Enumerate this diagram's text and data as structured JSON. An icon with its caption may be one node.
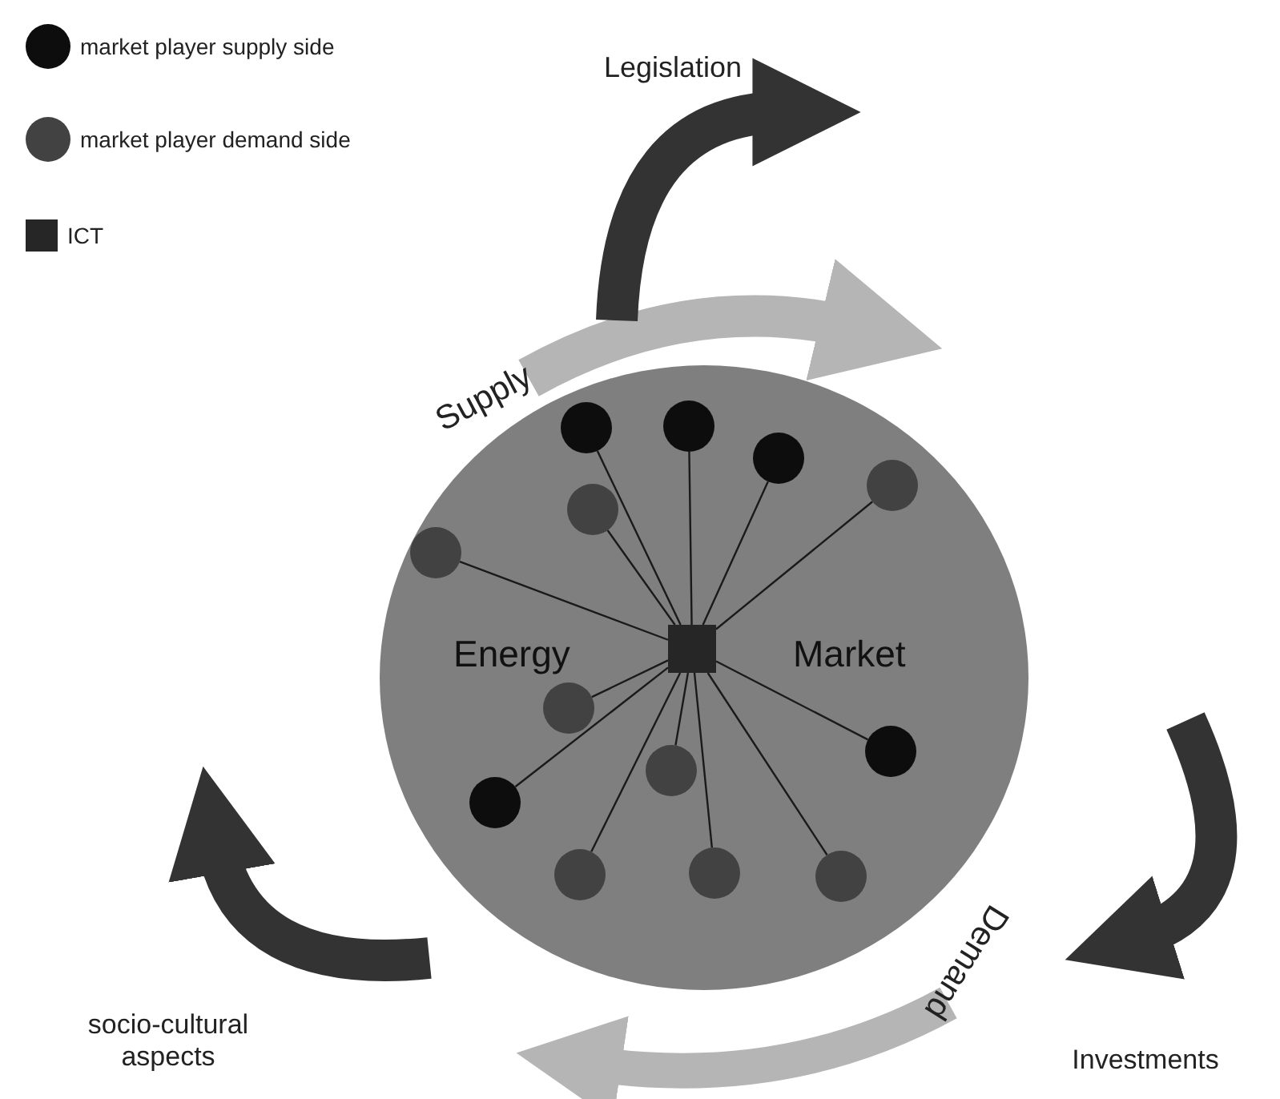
{
  "diagram": {
    "nodes": [
      {
        "text": [
          "Energy",
          "Market"
        ]
      },
      {
        "text": [],
        "shape": "box",
        "in": 0
      },
      {
        "text": [],
        "shape": "circle",
        "in": 0
      },
      {
        "text": [],
        "shape": "circle",
        "in": 0
      },
      {
        "text": [],
        "shape": "circle",
        "in": 0
      },
      {
        "text": [],
        "shape": "circle",
        "in": 0
      },
      {
        "text": [],
        "shape": "circle",
        "in": 0
      },
      {
        "text": [],
        "shape": "circle",
        "in": 0
      },
      {
        "text": [],
        "shape": "circle",
        "in": 0
      },
      {
        "text": [],
        "shape": "circle",
        "in": 0
      },
      {
        "text": [],
        "shape": "circle",
        "in": 0
      },
      {
        "text": [],
        "shape": "circle",
        "in": 0
      },
      {
        "text": [],
        "shape": "circle",
        "in": 0
      },
      {
        "text": [],
        "shape": "circle",
        "in": 0
      },
      {
        "text": [],
        "shape": "circle",
        "in": 0
      }
    ],
    "edges": [
      {
        "from": 1,
        "to": 2,
        "arrow": "none"
      },
      {
        "from": 1,
        "to": 3,
        "arrow": "none"
      },
      {
        "from": 1,
        "to": 4,
        "arrow": "none"
      },
      {
        "from": 1,
        "to": 5,
        "arrow": "none"
      },
      {
        "from": 1,
        "to": 6,
        "arrow": "none"
      },
      {
        "from": 1,
        "to": 7,
        "arrow": "none"
      },
      {
        "from": 1,
        "to": 8,
        "arrow": "none"
      },
      {
        "from": 1,
        "to": 9,
        "arrow": "none"
      },
      {
        "from": 1,
        "to": 10,
        "arrow": "none"
      },
      {
        "from": 1,
        "to": 11,
        "arrow": "none"
      },
      {
        "from": 1,
        "to": 12,
        "arrow": "none"
      },
      {
        "from": 1,
        "to": 13,
        "arrow": "none"
      },
      {
        "from": 1,
        "to": 14,
        "arrow": "none"
      }
    ],
    "labels": [
      "Legislation",
      "Supply",
      "Demand",
      "socio-cultural aspects",
      "Investments"
    ],
    "legend": [
      {
        "text": "market player supply side",
        "color": "#0d0d0d"
      },
      {
        "text": "market player demand side",
        "color": "#424242"
      },
      {
        "text": "ICT",
        "color": "#262626"
      }
    ]
  }
}
